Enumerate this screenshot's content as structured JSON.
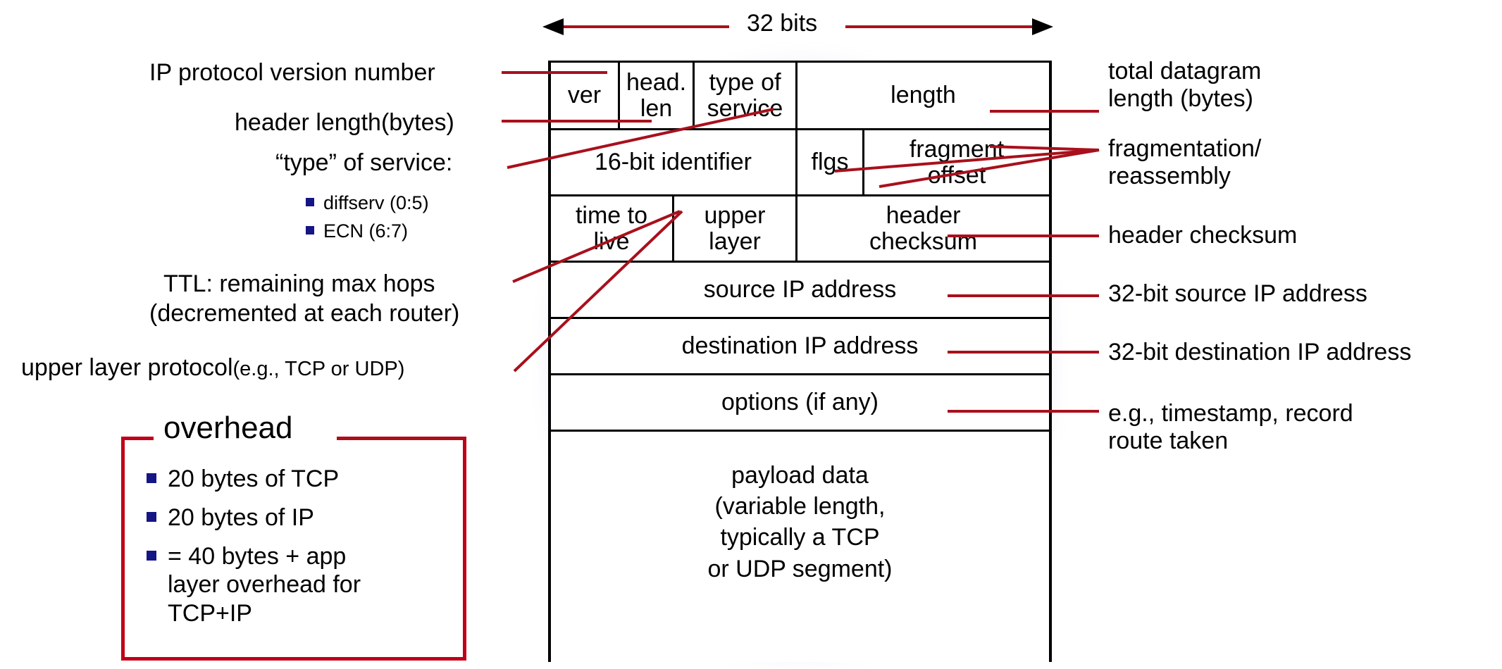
{
  "header": {
    "bits_label": "32 bits"
  },
  "datagram": {
    "rows": [
      {
        "cells": [
          {
            "text": "ver"
          },
          {
            "text": "head.\nlen"
          },
          {
            "text": "type of\nservice"
          },
          {
            "text": "length"
          }
        ]
      },
      {
        "cells": [
          {
            "text": "16-bit identifier"
          },
          {
            "text": "flgs"
          },
          {
            "text": "fragment\noffset"
          }
        ]
      },
      {
        "cells": [
          {
            "text": "time to\nlive"
          },
          {
            "text": "upper\nlayer"
          },
          {
            "text": "header\nchecksum"
          }
        ]
      },
      {
        "cells": [
          {
            "text": "source IP address"
          }
        ]
      },
      {
        "cells": [
          {
            "text": "destination IP address"
          }
        ]
      },
      {
        "cells": [
          {
            "text": "options (if any)"
          }
        ]
      },
      {
        "cells": [
          {
            "text": "payload data\n(variable length,\ntypically a TCP\nor UDP segment)"
          }
        ]
      }
    ]
  },
  "left_annotations": {
    "ip_version": "IP protocol version number",
    "header_length": "header length(bytes)",
    "type_of_service": "“type” of service:",
    "tos_bullets": [
      "diffserv (0:5)",
      "ECN (6:7)"
    ],
    "ttl_line1": "TTL: remaining  max hops",
    "ttl_line2": "(decremented at each router)",
    "upper_layer_main": "upper layer protocol",
    "upper_layer_paren": "(e.g., TCP or UDP)"
  },
  "right_annotations": {
    "total_length": "total datagram\nlength (bytes)",
    "fragmentation": "fragmentation/\nreassembly",
    "header_checksum": "header checksum",
    "source_ip": "32-bit source IP address",
    "dest_ip": "32-bit destination IP address",
    "options": "e.g., timestamp, record\nroute taken"
  },
  "overhead": {
    "title": "overhead",
    "items": [
      "20 bytes of TCP",
      "20 bytes of IP",
      "= 40 bytes + app\nlayer overhead for\nTCP+IP"
    ]
  },
  "colors": {
    "leader_red": "#a8101c",
    "box_red": "#c00016",
    "bullet_navy": "#151585",
    "text_black": "#000000",
    "glow_purple": "#a0a0e1"
  }
}
